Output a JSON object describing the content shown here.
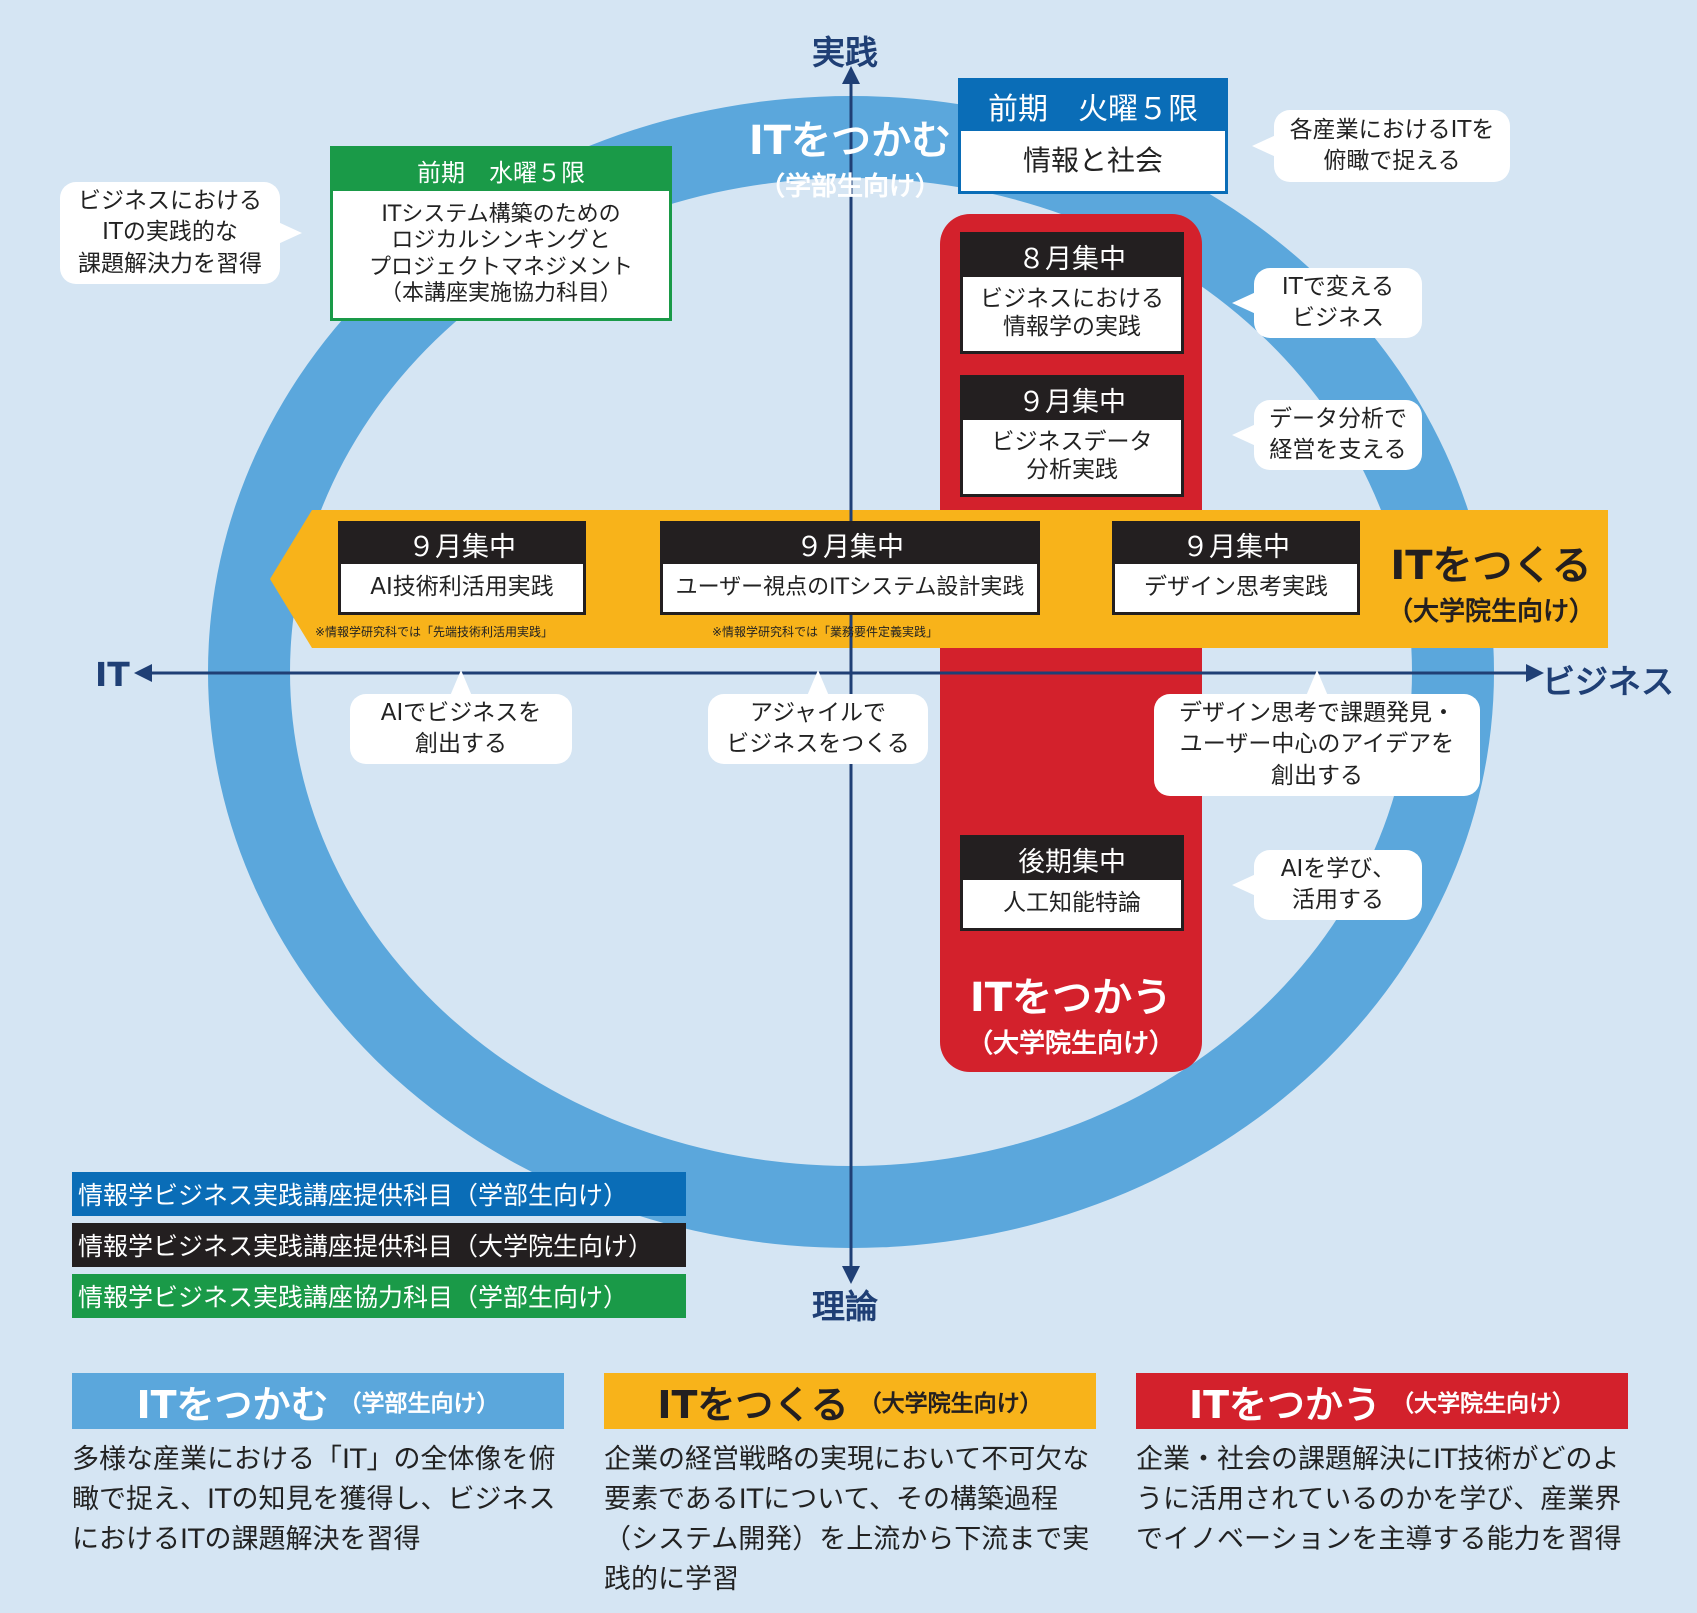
{
  "axes": {
    "top": "実践",
    "bottom": "理論",
    "left": "IT",
    "right": "ビジネス"
  },
  "colors": {
    "ring": "#5ba7dc",
    "red": "#d3212c",
    "yellow": "#f8b31a",
    "blue": "#0a6db7",
    "black": "#231f20",
    "green": "#1a9a48",
    "background": "#d5e5f3"
  },
  "zones": {
    "tsukamu": {
      "title": "ITをつかむ",
      "sub": "（学部生向け）"
    },
    "tsukuru": {
      "title": "ITをつくる",
      "sub": "（大学院生向け）"
    },
    "tsukau": {
      "title": "ITをつかう",
      "sub": "（大学院生向け）"
    }
  },
  "courses": {
    "info_society": {
      "term": "前期　火曜５限",
      "name": "情報と社会"
    },
    "logical": {
      "term": "前期　水曜５限",
      "name": "ITシステム構築のための\nロジカルシンキングと\nプロジェクトマネジメント\n（本講座実施協力科目）"
    },
    "biz_info": {
      "term": "８月集中",
      "name": "ビジネスにおける\n情報学の実践"
    },
    "biz_data": {
      "term": "９月集中",
      "name": "ビジネスデータ\n分析実践"
    },
    "ai_tech": {
      "term": "９月集中",
      "name": "AI技術利活用実践",
      "note": "※情報学研究科では「先端技術利活用実践」"
    },
    "user_view": {
      "term": "９月集中",
      "name": "ユーザー視点のITシステム設計実践",
      "note": "※情報学研究科では「業務要件定義実践」"
    },
    "design": {
      "term": "９月集中",
      "name": "デザイン思考実践"
    },
    "ai_special": {
      "term": "後期集中",
      "name": "人工知能特論"
    }
  },
  "bubbles": {
    "biz_practice": "ビジネスにおける\nITの実践的な\n課題解決力を習得",
    "overview": "各産業におけるITを\n俯瞰で捉える",
    "change_biz": "ITで変える\nビジネス",
    "data_mgmt": "データ分析で\n経営を支える",
    "ai_create": "AIでビジネスを\n創出する",
    "agile": "アジャイルで\nビジネスをつくる",
    "design_thinking": "デザイン思考で課題発見・\nユーザー中心のアイデアを\n創出する",
    "learn_ai": "AIを学び、\n活用する"
  },
  "legend": [
    "情報学ビジネス実践講座提供科目（学部生向け）",
    "情報学ビジネス実践講座提供科目（大学院生向け）",
    "情報学ビジネス実践講座協力科目（学部生向け）"
  ],
  "sections": [
    {
      "title": "ITをつかむ",
      "sub": "（学部生向け）",
      "desc": "多様な産業における「IT」の全体像を俯瞰で捉え、ITの知見を獲得し、ビジネスにおけるITの課題解決を習得"
    },
    {
      "title": "ITをつくる",
      "sub": "（大学院生向け）",
      "desc": "企業の経営戦略の実現において不可欠な要素であるITについて、その構築過程（システム開発）を上流から下流まで実践的に学習"
    },
    {
      "title": "ITをつかう",
      "sub": "（大学院生向け）",
      "desc": "企業・社会の課題解決にIT技術がどのように活用されているのかを学び、産業界でイノベーションを主導する能力を習得"
    }
  ]
}
